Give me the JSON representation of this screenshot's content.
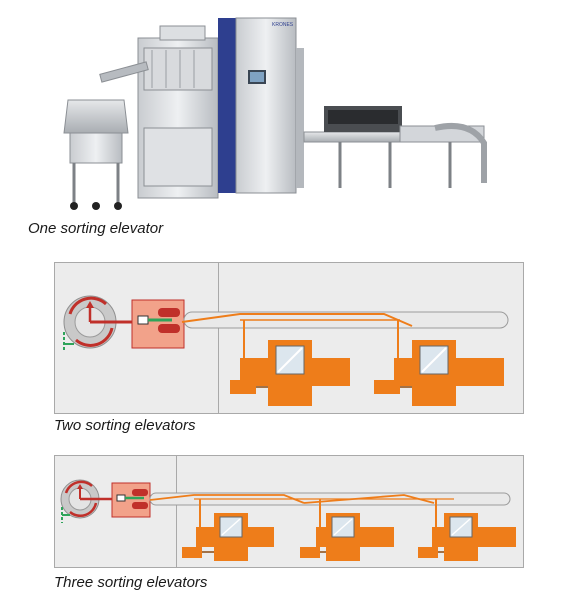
{
  "machine_photo": {
    "panel_logo": "KRONES"
  },
  "captions": {
    "one": "One sorting elevator",
    "two": "Two sorting elevators",
    "three": "Three sorting elevators"
  },
  "colors": {
    "orange": "#ee7d1a",
    "red": "#c0302a",
    "green": "#2ea45a",
    "panel_bg": "#ececec",
    "panel_border": "#a9a9a9"
  }
}
